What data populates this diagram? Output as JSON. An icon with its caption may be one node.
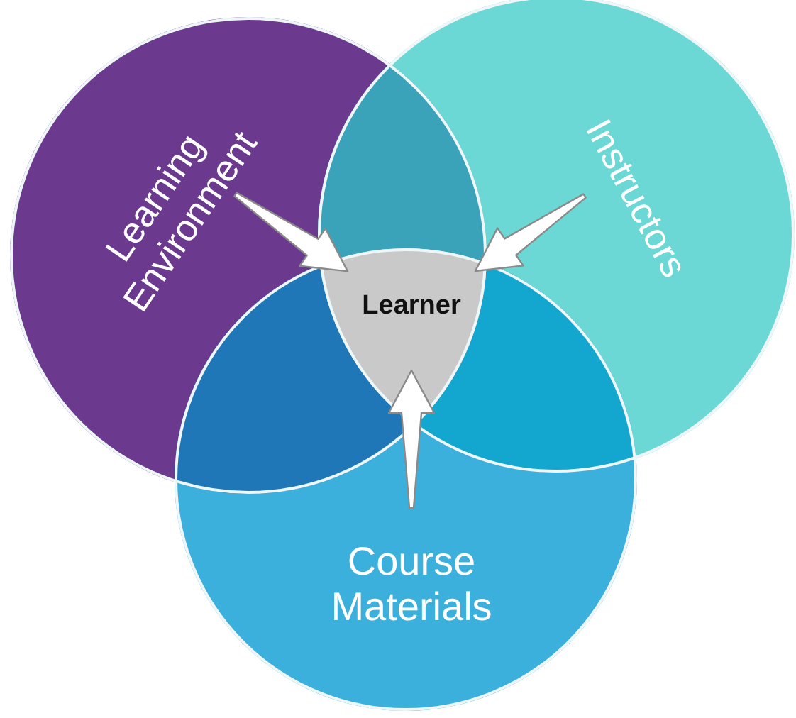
{
  "diagram": {
    "nodes": [
      {
        "text": [
          "Learning Environment"
        ]
      },
      {
        "text": [
          "Instructors"
        ]
      },
      {
        "text": [
          "Course Materials"
        ]
      },
      {
        "text": [
          "Learner"
        ]
      }
    ],
    "edges": [
      {
        "from": 0,
        "to": 3,
        "arrow": "to"
      },
      {
        "from": 1,
        "to": 3,
        "arrow": "to"
      },
      {
        "from": 2,
        "to": 3,
        "arrow": "to"
      }
    ]
  }
}
